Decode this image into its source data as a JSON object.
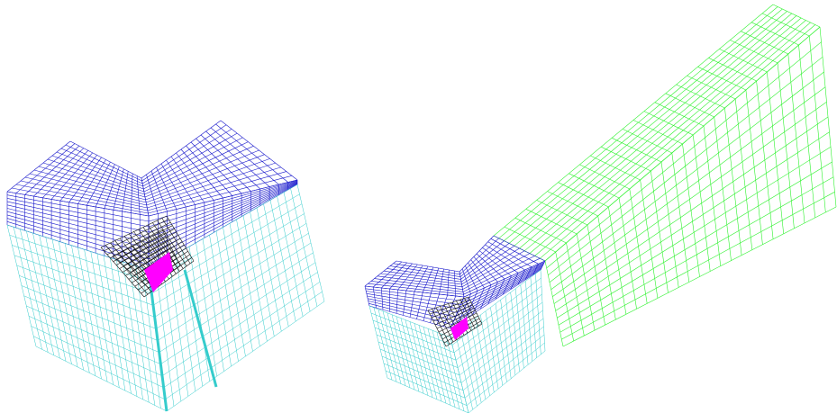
{
  "figure": {
    "panels": [
      {
        "id": "left-mesh",
        "blocks": [
          "top",
          "front_left",
          "front_right",
          "inner_core",
          "pink_surface"
        ]
      },
      {
        "id": "right-mesh",
        "blocks": [
          "top",
          "front_left",
          "front_right",
          "inner_core",
          "pink_surface",
          "extension"
        ]
      }
    ]
  },
  "colors": {
    "top_block": "#1a1acc",
    "side_block": "#35cccc",
    "extension_block": "#2ef22e",
    "inner_core": "#111111",
    "surface": "#ff00ff",
    "background": "#ffffff"
  }
}
